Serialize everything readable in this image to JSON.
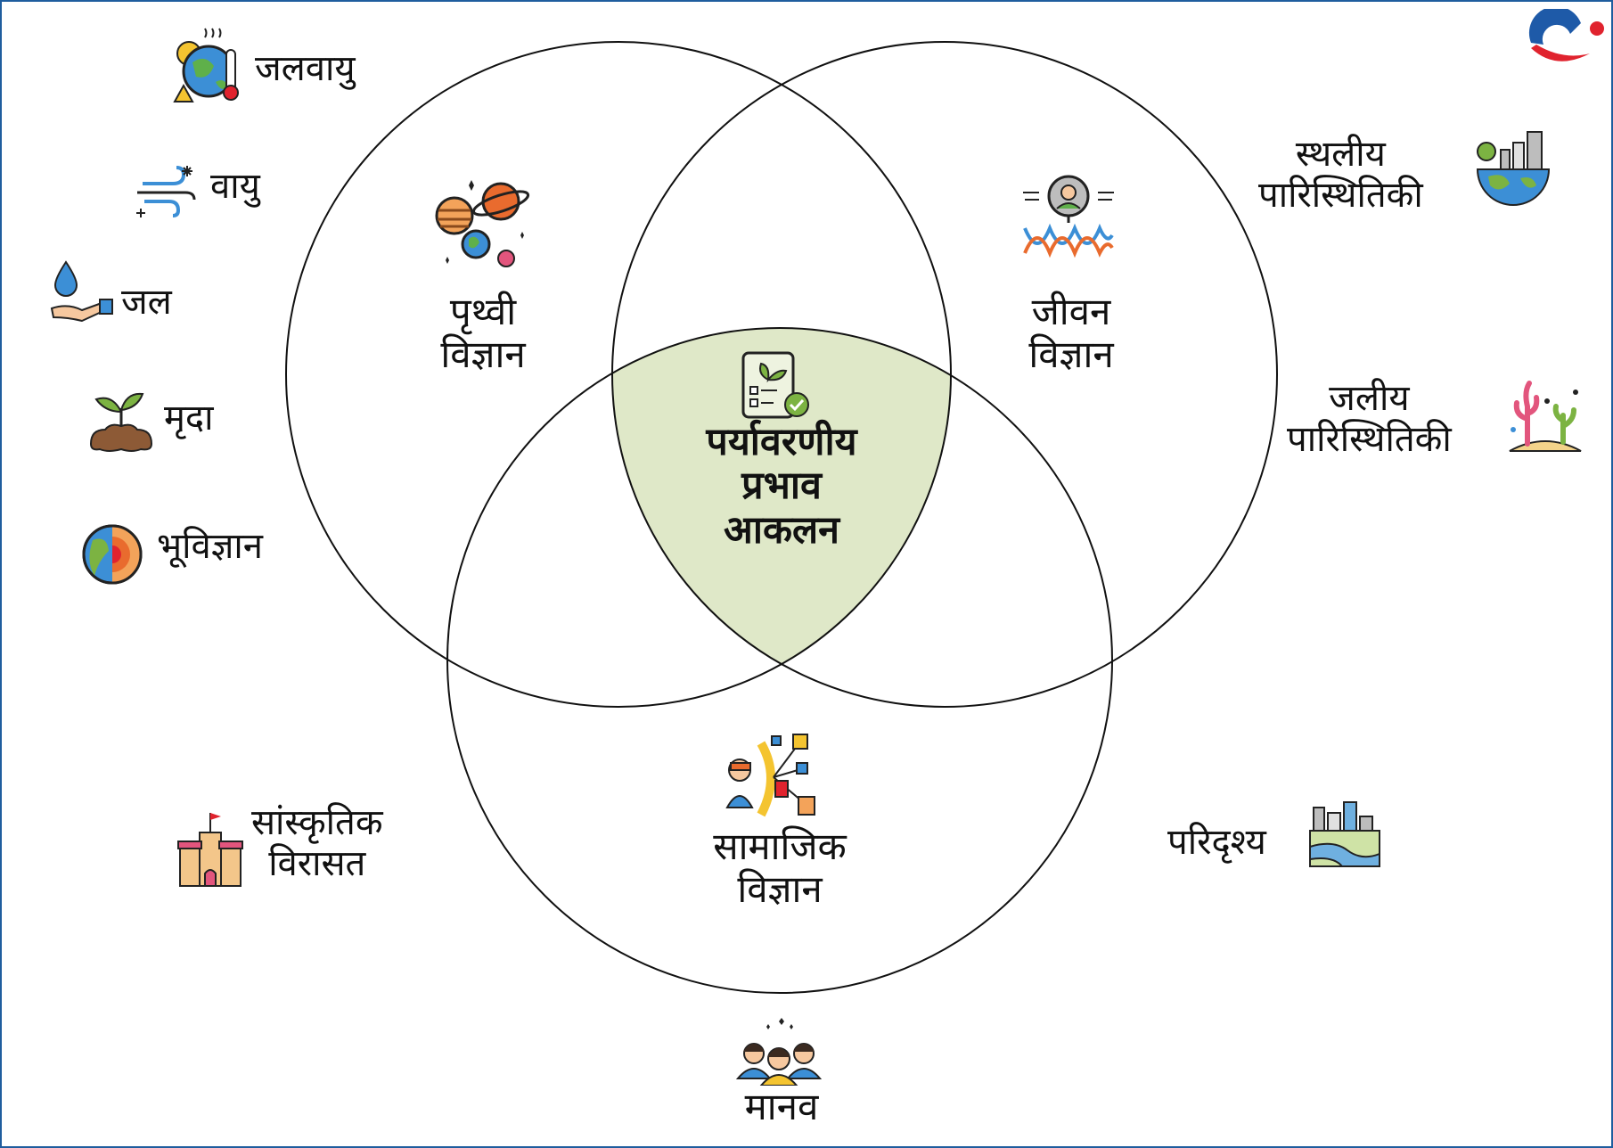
{
  "diagram": {
    "title_lines": [
      "पर्यावरणीय",
      "प्रभाव",
      "आकलन"
    ],
    "circles": {
      "earth": [
        "पृथ्वी",
        "विज्ञान"
      ],
      "life": [
        "जीवन",
        "विज्ञान"
      ],
      "social": [
        "सामाजिक",
        "विज्ञान"
      ]
    },
    "left_items": [
      "जलवायु",
      "वायु",
      "जल",
      "मृदा",
      "भूविज्ञान"
    ],
    "heritage": [
      "सांस्कृतिक",
      "विरासत"
    ],
    "terrestrial": [
      "स्थलीय",
      "पारिस्थितिकी"
    ],
    "aquatic": [
      "जलीय",
      "पारिस्थितिकी"
    ],
    "landscape": "परिदृश्य",
    "human": "मानव",
    "colors": {
      "overlap_fill": "#dfe8c8",
      "border": "#1f5d9e",
      "logo_blue": "#1e5aa8",
      "logo_red": "#e0232e"
    }
  }
}
